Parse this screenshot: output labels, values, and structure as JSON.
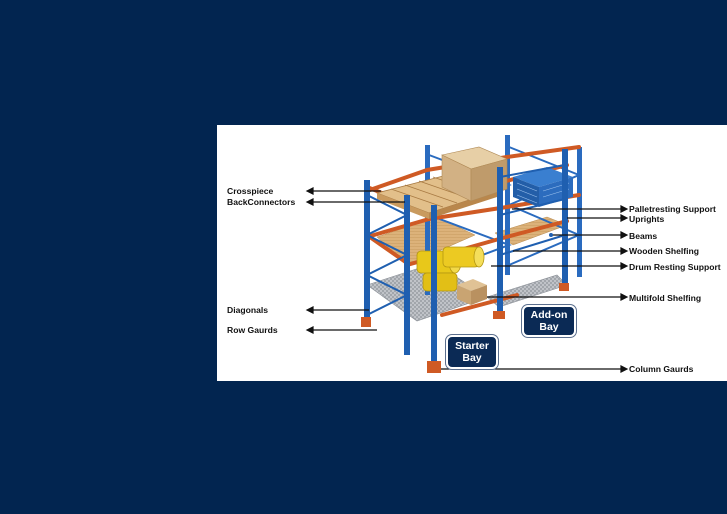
{
  "diagram": {
    "labels": {
      "crosspiece": "Crosspiece",
      "back_connectors": "BackConnectors",
      "diagonals": "Diagonals",
      "row_guards": "Row Gaurds",
      "pallet_resting_support": "Palletresting Support",
      "uprights": "Uprights",
      "beams": "Beams",
      "wooden_shelving": "Wooden Shelfing",
      "drum_resting_support": "Drum Resting Support",
      "multifold_shelving": "Multifold Shelfing",
      "column_guards": "Column Gaurds"
    },
    "starter_bay": {
      "line1": "Starter",
      "line2": "Bay"
    },
    "addon_bay": {
      "line1": "Add-on",
      "line2": "Bay"
    }
  },
  "colors": {
    "background": "#022550",
    "upright_blue": "#1f5fb0",
    "beam_orange": "#cf5a24",
    "wood": "#d8b07a",
    "drum_yellow": "#e8c81a",
    "mesh_grey": "#a9adb3",
    "badge_navy": "#0b2a55"
  }
}
